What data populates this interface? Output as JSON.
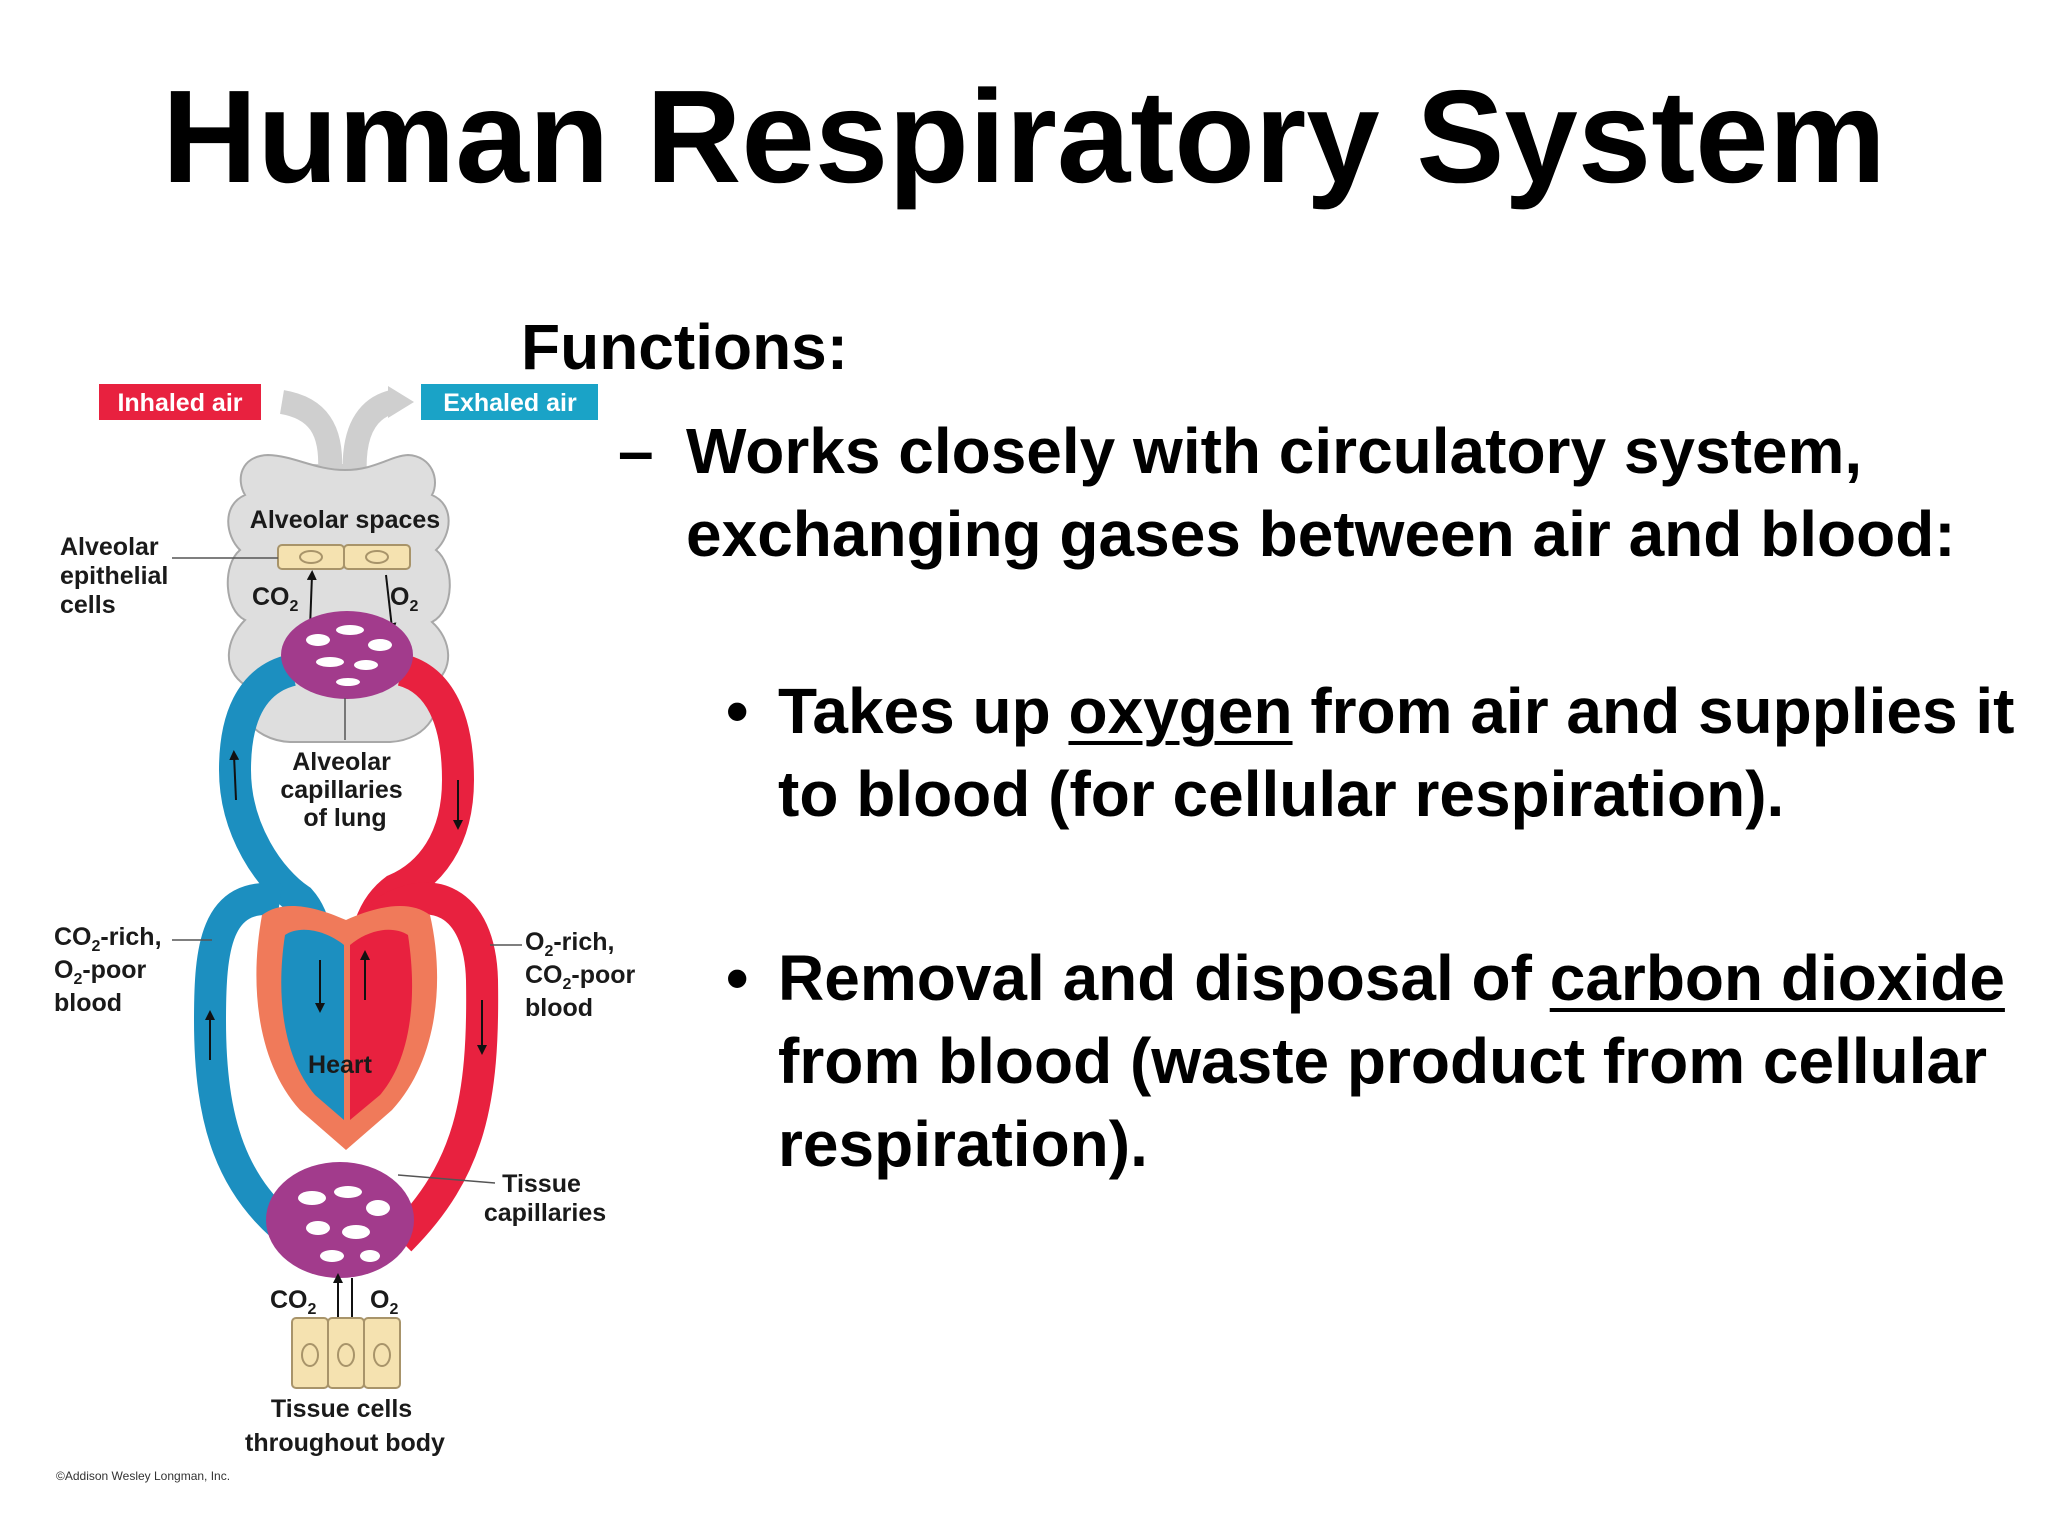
{
  "title": "Human Respiratory System",
  "functions_heading": "Functions:",
  "dash": "–",
  "sub_point": "Works closely with circulatory system, exchanging gases between air and blood:",
  "bullet_char": "•",
  "bullet1": {
    "pre": "Takes up ",
    "underlined": "oxygen",
    "post": " from air and supplies it to blood (for cellular respiration)."
  },
  "bullet2": {
    "pre": "Removal and disposal of ",
    "underlined": "carbon dioxide",
    "post": " from blood (waste product from cellular respiration)."
  },
  "diagram": {
    "inhaled_air": "Inhaled air",
    "exhaled_air": "Exhaled air",
    "alveolar_spaces": "Alveolar spaces",
    "alveolar_epithelial_l1": "Alveolar",
    "alveolar_epithelial_l2": "epithelial",
    "alveolar_epithelial_l3": "cells",
    "co2": "CO",
    "o2": "O",
    "subscript_2": "2",
    "alveolar_capillaries_l1": "Alveolar",
    "alveolar_capillaries_l2": "capillaries",
    "alveolar_capillaries_l3": "of lung",
    "co2_rich_l1": "-rich,",
    "co2_rich_l2": "-poor",
    "co2_rich_l3": "blood",
    "o2_rich_l1": "-rich,",
    "o2_rich_l2": "-poor",
    "o2_rich_l3": "blood",
    "heart": "Heart",
    "tissue_capillaries_l1": "Tissue",
    "tissue_capillaries_l2": "capillaries",
    "tissue_cells_l1": "Tissue cells",
    "tissue_cells_l2": "throughout body",
    "copyright": "©Addison Wesley Longman, Inc.",
    "colors": {
      "inhaled": "#e8213f",
      "exhaled": "#1aa3c7",
      "deoxygenated": "#1c8fc0",
      "oxygenated": "#e8213f",
      "capillary": "#a23b8c",
      "alveolus": "#dedede",
      "heart": "#f07a5a",
      "cell": "#f5e2b0"
    }
  }
}
